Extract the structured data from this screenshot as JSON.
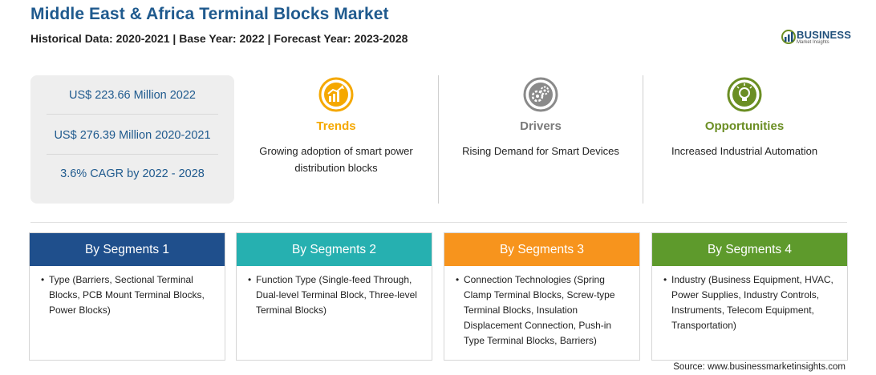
{
  "header": {
    "title": "Middle East & Africa Terminal Blocks Market",
    "subtitle": "Historical Data: 2020-2021 | Base Year: 2022 | Forecast Year: 2023-2028"
  },
  "logo": {
    "word": "BUSINESS",
    "sub": "Market Insights"
  },
  "stats": [
    "US$ 223.66 Million 2022",
    "US$ 276.39 Million 2020-2021",
    "3.6% CAGR by 2022 - 2028"
  ],
  "highlights": [
    {
      "heading": "Trends",
      "text": "Growing adoption of smart power distribution blocks",
      "color": "#f5a800",
      "icon": "rising-chart-icon"
    },
    {
      "heading": "Drivers",
      "text": "Rising Demand for Smart Devices",
      "color": "#7a7a7a",
      "icon": "gears-icon"
    },
    {
      "heading": "Opportunities",
      "text": "Increased Industrial Automation",
      "color": "#6b8e23",
      "icon": "lightbulb-icon"
    }
  ],
  "segments": [
    {
      "title": "By Segments 1",
      "color": "#1f4f8c",
      "text": "Type (Barriers, Sectional Terminal Blocks, PCB Mount Terminal Blocks, Power Blocks)"
    },
    {
      "title": "By Segments 2",
      "color": "#26b0b0",
      "text": "Function Type (Single-feed Through, Dual-level Terminal Block, Three-level Terminal Blocks)"
    },
    {
      "title": "By Segments 3",
      "color": "#f7941d",
      "text": "Connection Technologies (Spring Clamp Terminal Blocks, Screw-type Terminal Blocks, Insulation Displacement Connection, Push-in Type Terminal Blocks, Barriers)"
    },
    {
      "title": "By Segments 4",
      "color": "#5e9a2c",
      "text": "Industry (Business Equipment, HVAC, Power Supplies, Industry Controls, Instruments, Telecom Equipment, Transportation)"
    }
  ],
  "footer": {
    "source": "Source: www.businessmarketinsights.com"
  }
}
